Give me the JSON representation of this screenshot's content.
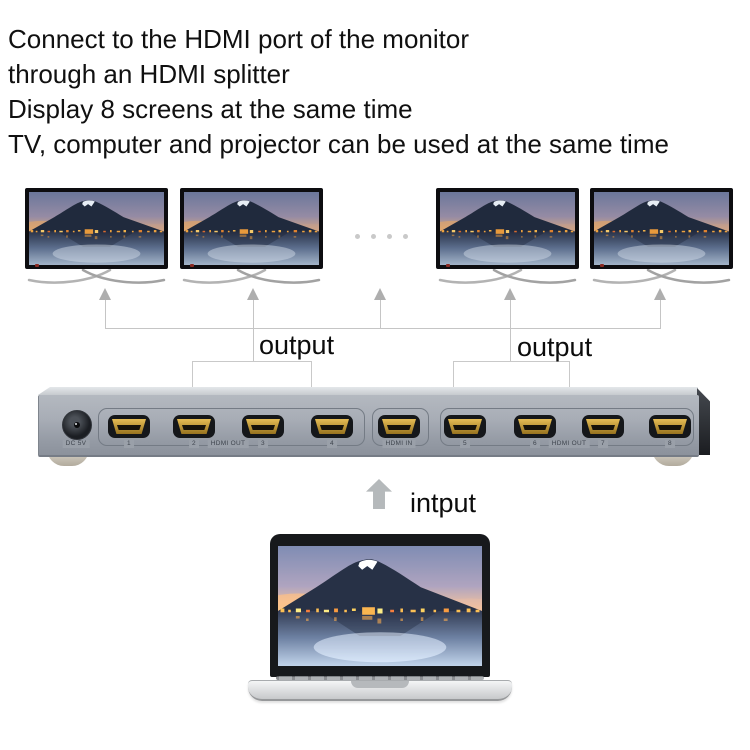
{
  "header": {
    "lines": [
      "Connect to the HDMI port of the monitor",
      "through an HDMI splitter",
      "Display 8 screens at the same time",
      "TV, computer and projector can be used at the same time"
    ]
  },
  "diagram": {
    "output_label_left": "output",
    "output_label_right": "output",
    "input_label": "intput",
    "more_screens_dot_count": 4
  },
  "device": {
    "power_label": "DC 5V",
    "hdmi_out_label_left": "HDMI OUT",
    "hdmi_out_label_right": "HDMI OUT",
    "hdmi_in_label": "HDMI IN",
    "ports": [
      "1",
      "2",
      "3",
      "4",
      "5",
      "6",
      "7",
      "8"
    ]
  },
  "colors": {
    "connector_gray": "#c5c5c5",
    "arrow_gray": "#aeaeae",
    "device_gray": "#9aa0a9",
    "hdmi_gold": "#c9a13b",
    "tv_bezel": "#0d0d10",
    "text": "#101010"
  }
}
